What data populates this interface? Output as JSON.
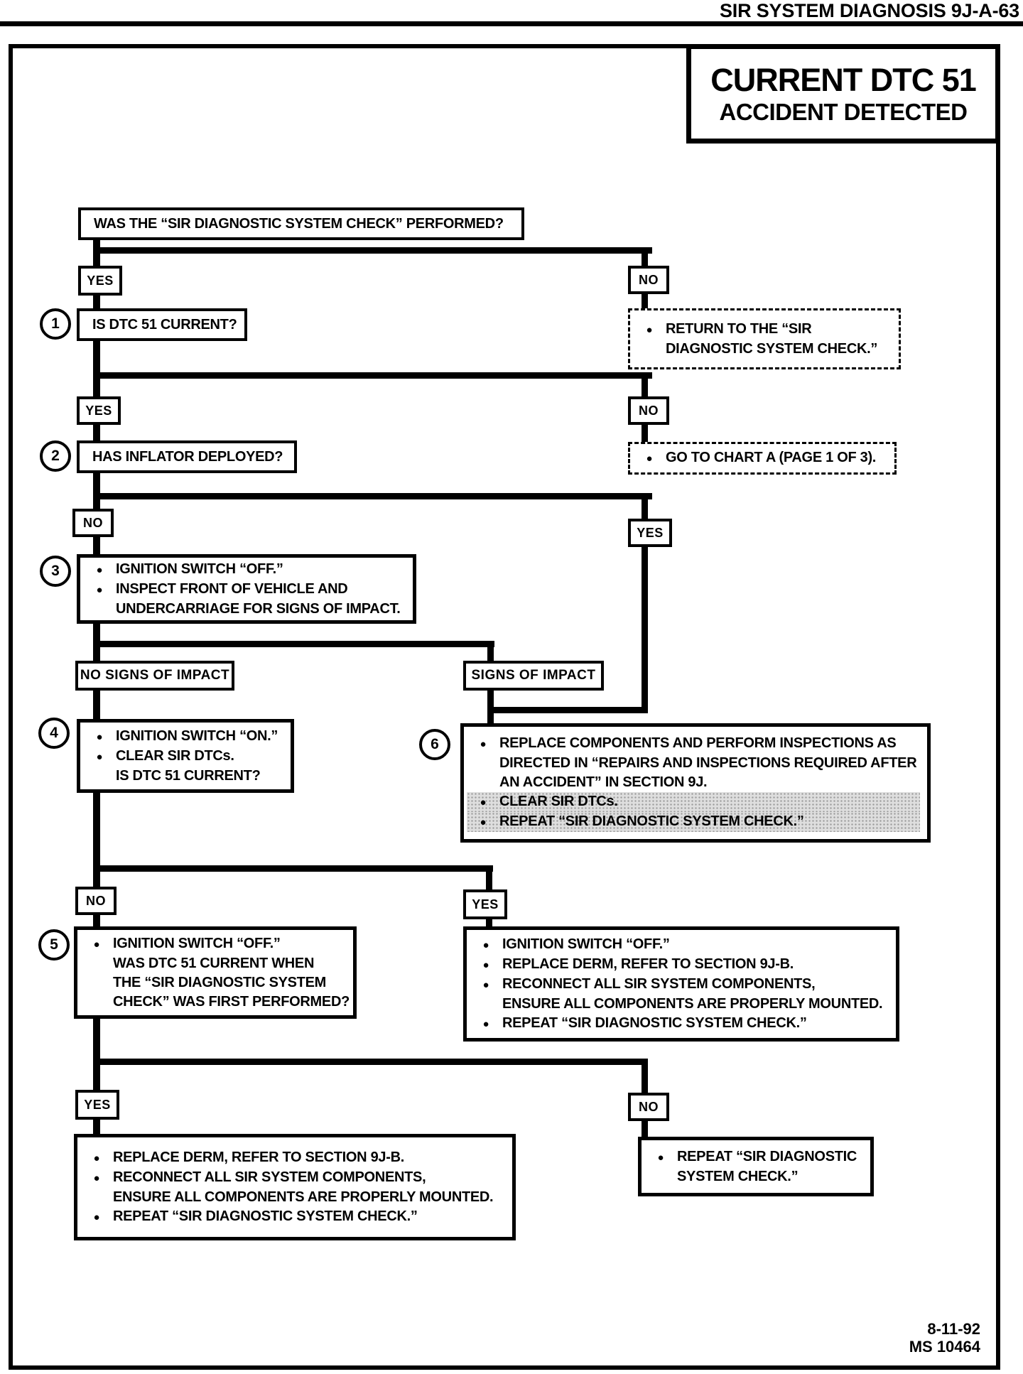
{
  "page": {
    "header": "SIR SYSTEM DIAGNOSIS 9J-A-63",
    "footer": {
      "date": "8-11-92",
      "code": "MS 10464"
    }
  },
  "title": {
    "line1": "CURRENT DTC 51",
    "line2": "ACCIDENT DETECTED"
  },
  "labels": {
    "yes": "YES",
    "no": "NO"
  },
  "colors": {
    "ink": "#000000",
    "paper": "#ffffff",
    "highlight": "#dedede"
  },
  "flow": {
    "start_question": "WAS THE “SIR DIAGNOSTIC SYSTEM CHECK” PERFORMED?",
    "step1": {
      "num": "1",
      "text": "IS DTC 51 CURRENT?"
    },
    "return_check": {
      "lines": [
        {
          "b": 1,
          "t": "RETURN TO THE “SIR"
        },
        {
          "b": 0,
          "t": "DIAGNOSTIC SYSTEM CHECK.”"
        }
      ]
    },
    "step2": {
      "num": "2",
      "text": "HAS INFLATOR DEPLOYED?"
    },
    "goto_chart_a": {
      "lines": [
        {
          "b": 1,
          "t": "GO TO CHART A (PAGE 1 OF 3)."
        }
      ]
    },
    "step3": {
      "num": "3",
      "lines": [
        {
          "b": 1,
          "t": "IGNITION SWITCH “OFF.”"
        },
        {
          "b": 1,
          "t": "INSPECT FRONT OF VEHICLE AND"
        },
        {
          "b": 0,
          "t": "UNDERCARRIAGE FOR SIGNS OF IMPACT."
        }
      ]
    },
    "impact": {
      "no_signs": "NO SIGNS OF IMPACT",
      "signs": "SIGNS OF IMPACT"
    },
    "step4": {
      "num": "4",
      "lines": [
        {
          "b": 1,
          "t": "IGNITION SWITCH “ON.”"
        },
        {
          "b": 1,
          "t": "CLEAR SIR DTCs."
        },
        {
          "b": 0,
          "t": "IS DTC 51 CURRENT?"
        }
      ]
    },
    "step6": {
      "num": "6",
      "lines": [
        {
          "b": 1,
          "t": "REPLACE COMPONENTS AND PERFORM INSPECTIONS AS"
        },
        {
          "b": 0,
          "t": "DIRECTED IN “REPAIRS AND INSPECTIONS REQUIRED AFTER"
        },
        {
          "b": 0,
          "t": "AN ACCIDENT” IN SECTION 9J."
        },
        {
          "b": 1,
          "t": "CLEAR SIR DTCs.",
          "hl": 1
        },
        {
          "b": 1,
          "t": "REPEAT “SIR DIAGNOSTIC SYSTEM CHECK.”",
          "hl": 1
        }
      ]
    },
    "step5": {
      "num": "5",
      "lines": [
        {
          "b": 1,
          "t": "IGNITION SWITCH “OFF.”"
        },
        {
          "b": 0,
          "t": "WAS DTC 51 CURRENT WHEN"
        },
        {
          "b": 0,
          "t": "THE “SIR DIAGNOSTIC SYSTEM"
        },
        {
          "b": 0,
          "t": "CHECK” WAS FIRST PERFORMED?"
        }
      ]
    },
    "after_yes_step4": {
      "lines": [
        {
          "b": 1,
          "t": "IGNITION SWITCH “OFF.”"
        },
        {
          "b": 1,
          "t": "REPLACE DERM, REFER TO SECTION 9J-B."
        },
        {
          "b": 1,
          "t": "RECONNECT ALL SIR SYSTEM COMPONENTS,"
        },
        {
          "b": 0,
          "t": "ENSURE ALL COMPONENTS ARE PROPERLY MOUNTED."
        },
        {
          "b": 1,
          "t": "REPEAT “SIR DIAGNOSTIC SYSTEM CHECK.”"
        }
      ]
    },
    "after_yes_step5": {
      "lines": [
        {
          "b": 1,
          "t": "REPLACE DERM, REFER TO SECTION 9J-B."
        },
        {
          "b": 1,
          "t": "RECONNECT ALL SIR SYSTEM COMPONENTS,"
        },
        {
          "b": 0,
          "t": "ENSURE ALL COMPONENTS ARE PROPERLY MOUNTED."
        },
        {
          "b": 1,
          "t": "REPEAT “SIR DIAGNOSTIC SYSTEM CHECK.”"
        }
      ]
    },
    "after_no_step5": {
      "lines": [
        {
          "b": 1,
          "t": "REPEAT “SIR DIAGNOSTIC"
        },
        {
          "b": 0,
          "t": "SYSTEM CHECK.”"
        }
      ]
    }
  }
}
